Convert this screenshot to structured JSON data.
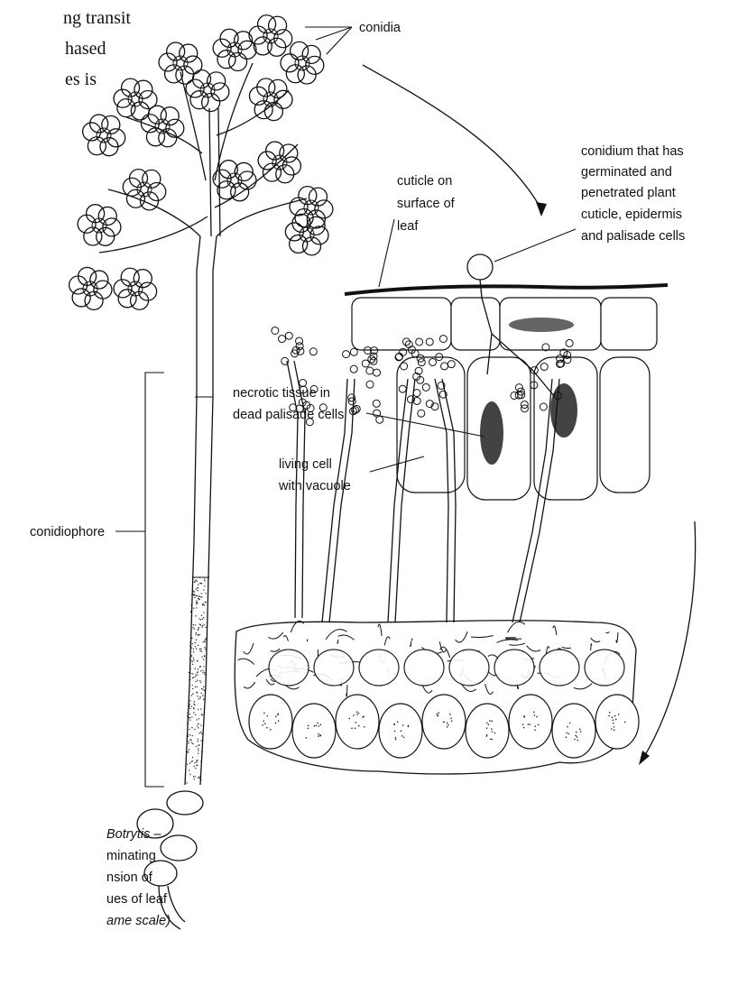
{
  "page_text": {
    "body_lines": [
      "ng transit",
      "hased",
      "es is"
    ]
  },
  "labels": {
    "conidia": "conidia",
    "cuticle": [
      "cuticle on",
      "surface of",
      "leaf"
    ],
    "germinated_conidium": [
      "conidium that has",
      "germinated and",
      "penetrated plant",
      "cuticle, epidermis",
      "and palisade cells"
    ],
    "necrotic_tissue": [
      "necrotic tissue in",
      "dead palisade cells"
    ],
    "living_cell": [
      "living cell",
      "with vacuole"
    ],
    "conidiophore": "conidiophore"
  },
  "caption": {
    "lines": [
      "Botrytis –",
      "minating",
      "nsion of",
      "ues of leaf",
      "ame scale)"
    ]
  },
  "colors": {
    "ink": "#111111",
    "background": "#ffffff"
  }
}
